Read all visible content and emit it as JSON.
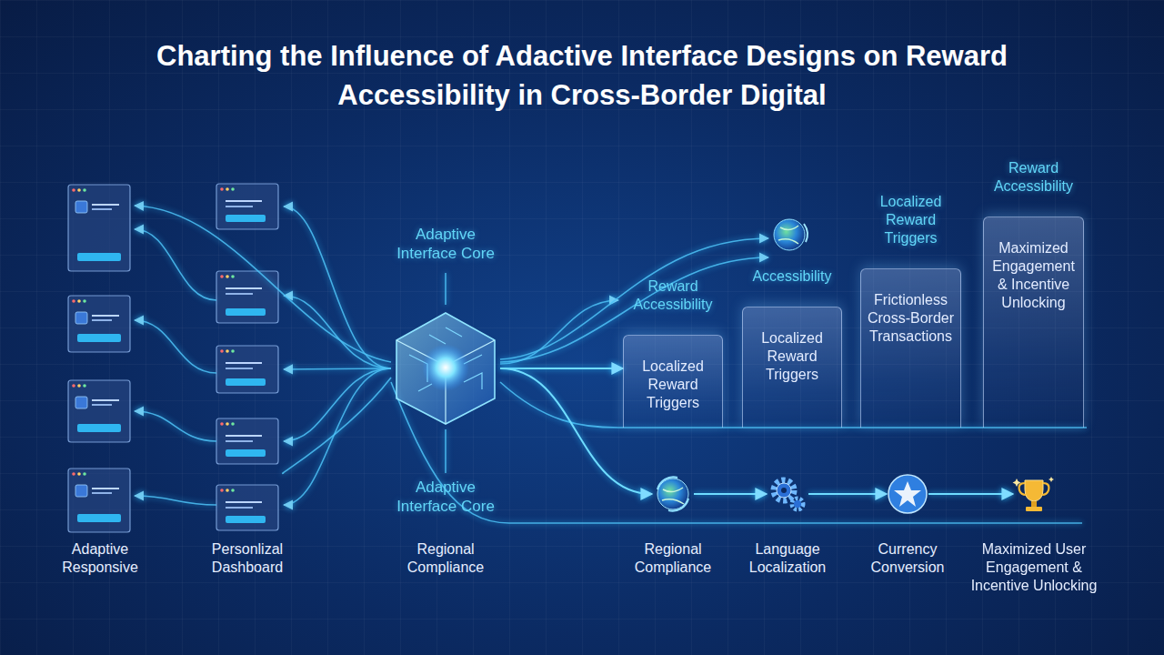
{
  "diagram": {
    "title": "Charting the Influence of Adactive Interface Designs on Reward Accessibility in Cross-Border Digital",
    "nodes": [
      {
        "text": [
          "Adaptive Interface Core",
          "Adaptive Interface Core"
        ]
      },
      {
        "text": [
          "Reward Accessibility",
          "Localized Reward Triggers"
        ]
      },
      {
        "text": [
          "Accessibility",
          "Localized Reward Triggers"
        ]
      },
      {
        "text": [
          "Localized Reward Triggers",
          "Frictionless Cross-Border Transactions"
        ]
      },
      {
        "text": [
          "Reward Accessibility",
          "Maximized Engagement & Incentive Unlocking"
        ]
      },
      {
        "text": [
          "Regional Compliance"
        ]
      },
      {
        "text": [
          "Language Localization"
        ]
      },
      {
        "text": [
          "Currency Conversion"
        ]
      },
      {
        "text": [
          "Maximized User Engagement & Incentive Unlocking"
        ]
      }
    ],
    "edges": [
      {
        "from": 0,
        "to": 1,
        "arrow": "to"
      },
      {
        "from": 0,
        "to": 5,
        "arrow": "to"
      },
      {
        "from": 5,
        "to": 6,
        "arrow": "to"
      },
      {
        "from": 6,
        "to": 7,
        "arrow": "to"
      },
      {
        "from": 7,
        "to": 8,
        "arrow": "to"
      }
    ],
    "labels": [
      "Adaptive Responsive",
      "Personlizal Dashboard",
      "Regional Compliance"
    ]
  }
}
